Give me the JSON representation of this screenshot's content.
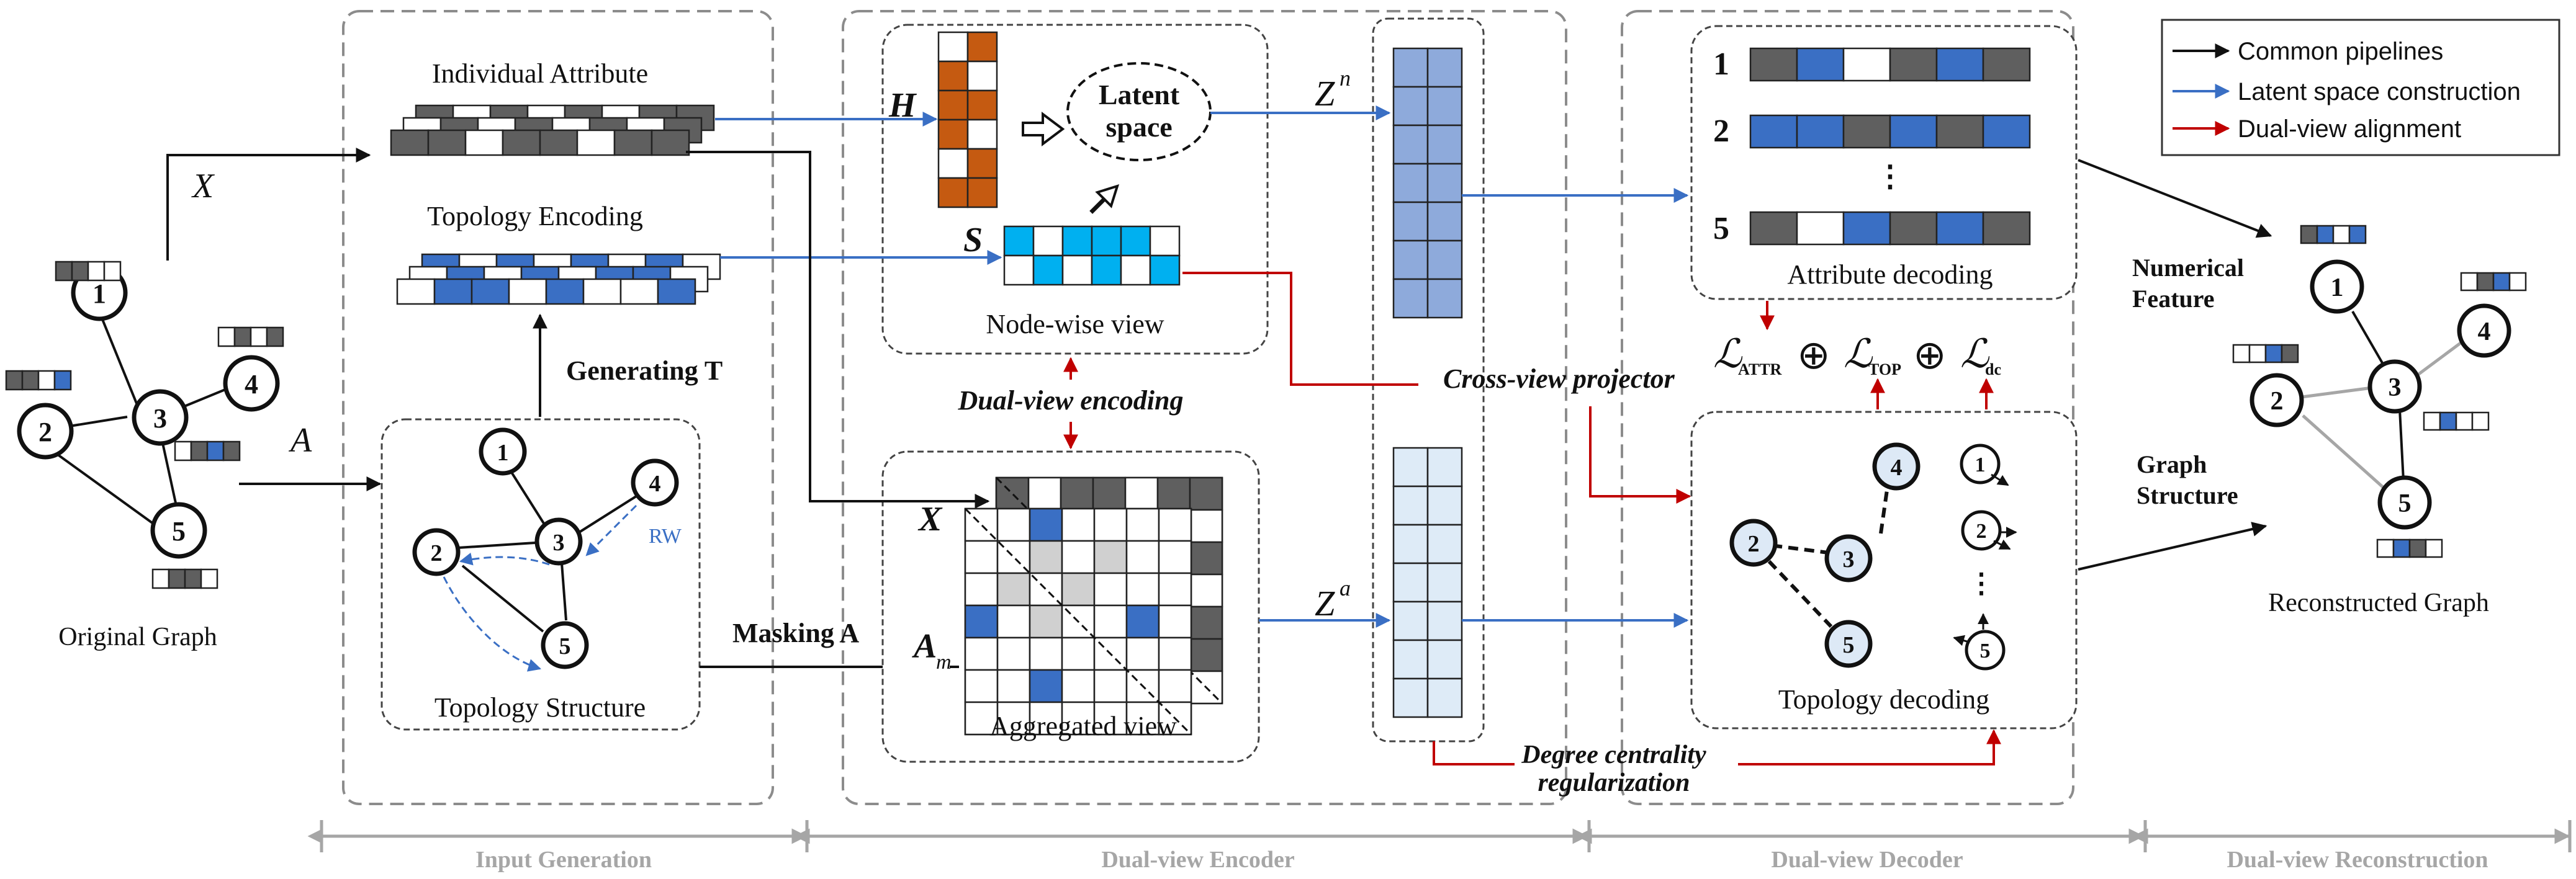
{
  "labels": {
    "original_graph": "Original Graph",
    "individual_attribute": "Individual Attribute",
    "topology_encoding": "Topology Encoding",
    "generating_t": "Generating T",
    "topology_structure": "Topology Structure",
    "rw": "RW",
    "masking_a": "Masking A",
    "x_top": "X",
    "a_in": "A",
    "latent_space_1": "Latent",
    "latent_space_2": "space",
    "h": "H",
    "s": "S",
    "node_wise_view": "Node-wise view",
    "dual_view_encoding": "Dual-view encoding",
    "x_agg": "X",
    "a_m_base": "A",
    "a_m_sub": "m",
    "aggregated_view": "Aggregated view",
    "z_base": "Z",
    "z_n_sup": "n",
    "z_a_sup": "a",
    "cross_view_projector": "Cross-view projector",
    "degree_centrality_1": "Degree centrality",
    "degree_centrality_2": "regularization",
    "attribute_decoding": "Attribute decoding",
    "topology_decoding": "Topology decoding",
    "loss_attr_sub": "ATTR",
    "loss_top_sub": "TOP",
    "loss_dc_sub": "dc",
    "loss_symbol": "ℒ",
    "oplus": "⊕",
    "numerical_feature_1": "Numerical",
    "numerical_feature_2": "Feature",
    "graph_structure_1": "Graph",
    "graph_structure_2": "Structure",
    "reconstructed_graph": "Reconstructed Graph",
    "row_1": "1",
    "row_2": "2",
    "row_5": "5",
    "vdots": "⋮"
  },
  "legend": [
    {
      "label": "Common pipelines",
      "color": "#111111"
    },
    {
      "label": "Latent space construction",
      "color": "#3a6fc4"
    },
    {
      "label": "Dual-view alignment",
      "color": "#c00000"
    }
  ],
  "stages": [
    "Input Generation",
    "Dual-view Encoder",
    "Dual-view Decoder",
    "Dual-view Reconstruction"
  ],
  "nodes": [
    "1",
    "2",
    "3",
    "4",
    "5"
  ],
  "colors": {
    "dark_gray": "#5f5f5f",
    "blue": "#3a6fc4",
    "orange": "#c55a11",
    "cyan": "#00b0f0",
    "light_blue": "#8eaadb",
    "pale_blue": "#deebf7",
    "red": "#c00000",
    "stage_gray": "#a6a6a6"
  }
}
